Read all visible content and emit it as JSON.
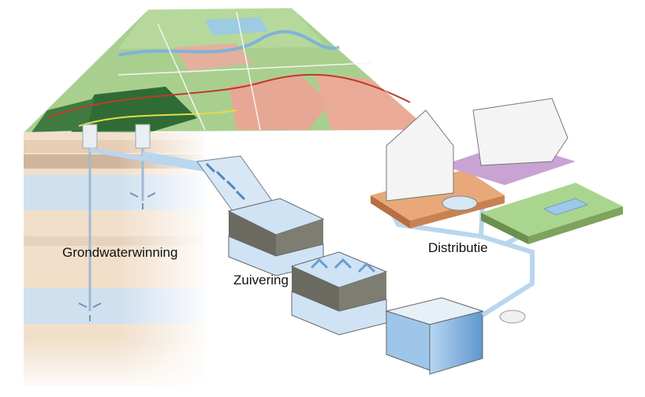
{
  "labels": {
    "groundwater_extraction": "Grondwaterwinning",
    "purification": "Zuivering",
    "distribution": "Distributie"
  },
  "colors": {
    "map_fields": "#a9cf8f",
    "map_urban": "#e7a795",
    "map_forest": "#2f6b34",
    "map_water": "#7fb3d9",
    "soil_light": "#f1dfca",
    "soil_dark": "#cfb59d",
    "aquifer": "#cfe0ef",
    "pipe": "#b9d6ee",
    "water_tank": "#8fbfe8"
  }
}
